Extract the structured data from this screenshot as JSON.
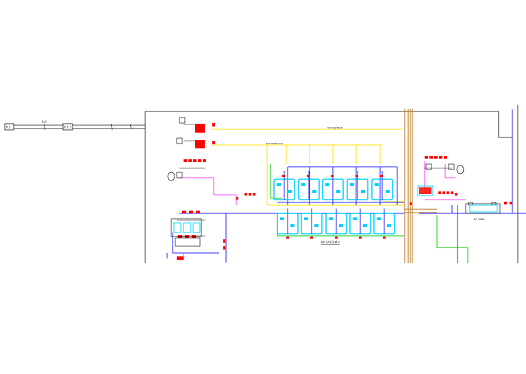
{
  "drawing": {
    "box_left": "R.C",
    "box_right": "R.C 3",
    "top_left_label": "R.O",
    "ro_system_label": "RO SYSTEM 2",
    "ro_tank_label": "RO TANK",
    "yellow_line_label_1": "HOT WATER IN",
    "yellow_line_label_2": "HOT WATER OUT"
  },
  "colors": {
    "frame": "#000000",
    "feed_line": "#1a1aff",
    "permeate_line": "#ffe000",
    "drain_line": "#00c800",
    "chemical_line": "#ff00ff",
    "brine_line": "#c08030",
    "valve_red": "#ff0000",
    "instrument_cyan": "#00d0ff"
  }
}
